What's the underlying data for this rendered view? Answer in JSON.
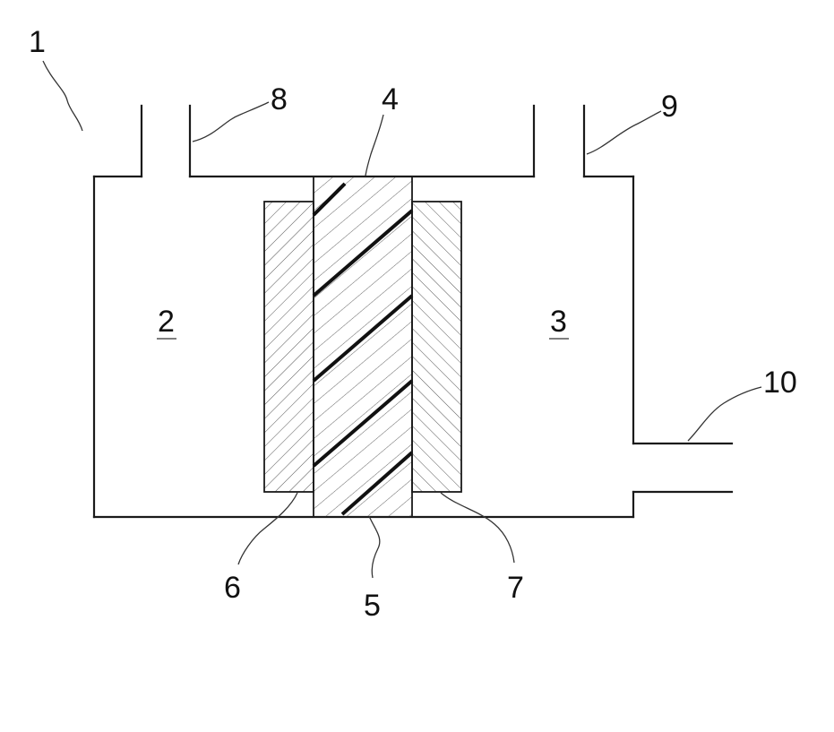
{
  "labels": {
    "apparatus": "1",
    "chamber_left": "2",
    "chamber_right": "3",
    "membrane": "4",
    "membrane_lower": "5",
    "electrode_left": "6",
    "electrode_right": "7",
    "port_left": "8",
    "port_right": "9",
    "outlet": "10"
  },
  "colors": {
    "stroke": "#1a1a1a",
    "hatch": "#555555",
    "background": "#ffffff"
  }
}
